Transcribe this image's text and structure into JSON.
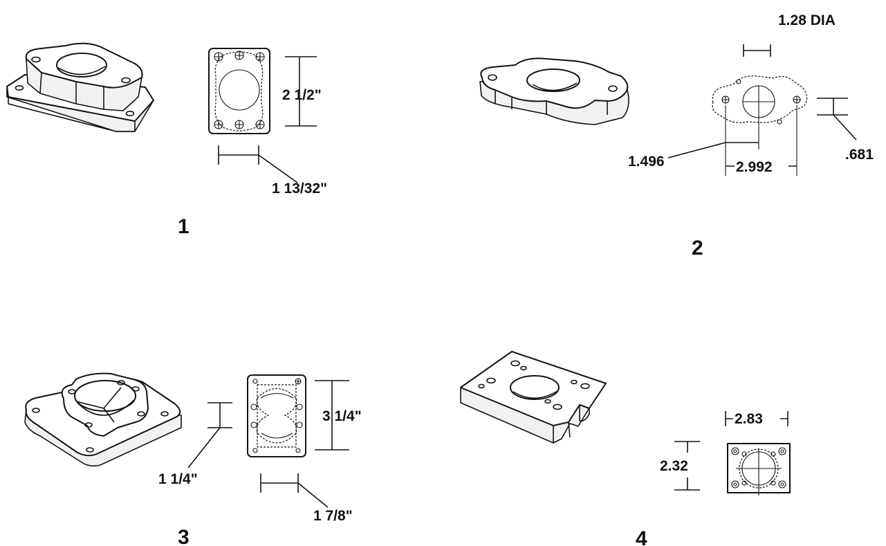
{
  "figures": [
    {
      "number": "1",
      "dims": {
        "height": "2 1/2\"",
        "width": "1 13/32\""
      }
    },
    {
      "number": "2",
      "dims": {
        "bore": "1.28 DIA",
        "half_spacing": "1.496",
        "hole_spacing": "2.992",
        "thickness": ".681"
      }
    },
    {
      "number": "3",
      "dims": {
        "height": "3 1/4\"",
        "offset": "1 1/4\"",
        "width": "1 7/8\""
      }
    },
    {
      "number": "4",
      "dims": {
        "width": "2.83",
        "height": "2.32"
      }
    }
  ]
}
